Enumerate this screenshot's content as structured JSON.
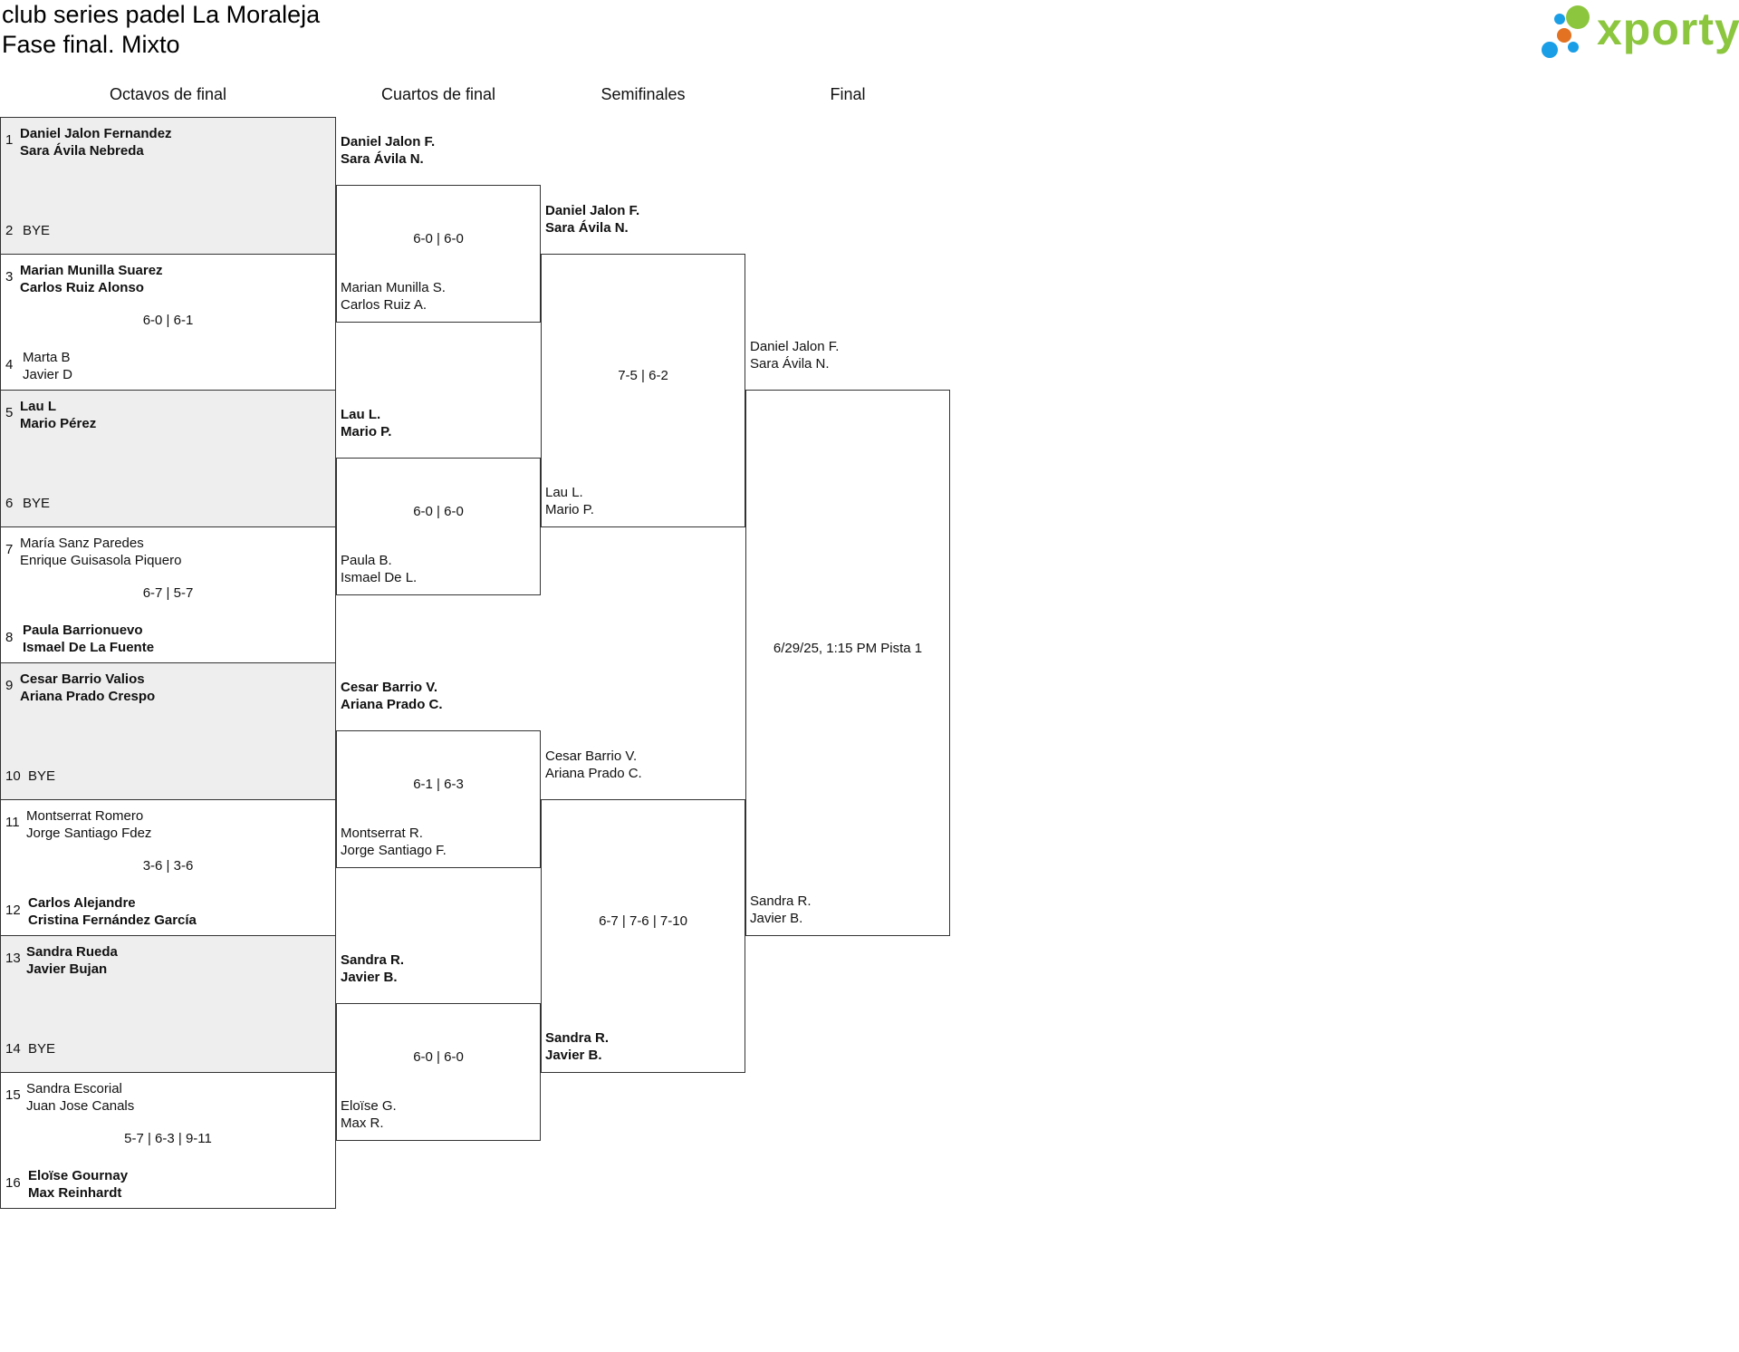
{
  "header": {
    "title_line1": "club series padel La Moraleja",
    "title_line2": "Fase final. Mixto"
  },
  "logo": {
    "text": "xporty",
    "icon": "xporty-logo",
    "text_color": "#8cc63f",
    "dot_colors": [
      "#1a9ee6",
      "#8cc63f",
      "#e37222"
    ]
  },
  "rounds": [
    "Octavos de final",
    "Cuartos de final",
    "Semifinales",
    "Final"
  ],
  "r16": [
    {
      "seed_top": "1",
      "top": [
        "Daniel Jalon Fernandez",
        "Sara Ávila Nebreda"
      ],
      "seed_bottom": "2",
      "bottom": [
        "BYE"
      ],
      "score": "",
      "winner": "top",
      "bye": true
    },
    {
      "seed_top": "3",
      "top": [
        "Marian Munilla Suarez",
        "Carlos Ruiz Alonso"
      ],
      "seed_bottom": "4",
      "bottom": [
        "Marta B",
        "Javier D"
      ],
      "score": "6-0 | 6-1",
      "winner": "top",
      "bye": false
    },
    {
      "seed_top": "5",
      "top": [
        "Lau L",
        "Mario Pérez"
      ],
      "seed_bottom": "6",
      "bottom": [
        "BYE"
      ],
      "score": "",
      "winner": "top",
      "bye": true
    },
    {
      "seed_top": "7",
      "top": [
        "María Sanz Paredes",
        "Enrique Guisasola Piquero"
      ],
      "seed_bottom": "8",
      "bottom": [
        "Paula Barrionuevo",
        "Ismael De La Fuente"
      ],
      "score": "6-7 | 5-7",
      "winner": "bottom",
      "bye": false
    },
    {
      "seed_top": "9",
      "top": [
        "Cesar Barrio Valios",
        "Ariana Prado Crespo"
      ],
      "seed_bottom": "10",
      "bottom": [
        "BYE"
      ],
      "score": "",
      "winner": "top",
      "bye": true
    },
    {
      "seed_top": "11",
      "top": [
        "Montserrat Romero",
        "Jorge Santiago Fdez"
      ],
      "seed_bottom": "12",
      "bottom": [
        "Carlos Alejandre",
        "Cristina Fernández García"
      ],
      "score": "3-6 | 3-6",
      "winner": "bottom",
      "bye": false
    },
    {
      "seed_top": "13",
      "top": [
        "Sandra Rueda",
        "Javier Bujan"
      ],
      "seed_bottom": "14",
      "bottom": [
        "BYE"
      ],
      "score": "",
      "winner": "top",
      "bye": true
    },
    {
      "seed_top": "15",
      "top": [
        "Sandra Escorial",
        "Juan Jose Canals"
      ],
      "seed_bottom": "16",
      "bottom": [
        "Eloïse Gournay",
        "Max Reinhardt"
      ],
      "score": "5-7 | 6-3 | 9-11",
      "winner": "bottom",
      "bye": false
    }
  ],
  "qf": [
    {
      "top": [
        "Daniel Jalon F.",
        "Sara Ávila N."
      ],
      "bottom": [
        "Marian Munilla S.",
        "Carlos Ruiz A."
      ],
      "score": "6-0 | 6-0",
      "winner": "top"
    },
    {
      "top": [
        "Lau L.",
        "Mario P."
      ],
      "bottom": [
        "Paula B.",
        "Ismael De L."
      ],
      "score": "6-0 | 6-0",
      "winner": "top"
    },
    {
      "top": [
        "Cesar Barrio V.",
        "Ariana Prado C."
      ],
      "bottom": [
        "Montserrat R.",
        "Jorge Santiago F."
      ],
      "score": "6-1 | 6-3",
      "winner": "top"
    },
    {
      "top": [
        "Sandra R.",
        "Javier B."
      ],
      "bottom": [
        "Eloïse G.",
        "Max R."
      ],
      "score": "6-0 | 6-0",
      "winner": "top"
    }
  ],
  "sf": [
    {
      "top": [
        "Daniel Jalon F.",
        "Sara Ávila N."
      ],
      "bottom": [
        "Lau L.",
        "Mario P."
      ],
      "score": "7-5 | 6-2",
      "winner": "top"
    },
    {
      "top": [
        "Cesar Barrio V.",
        "Ariana Prado C."
      ],
      "bottom": [
        "Sandra R.",
        "Javier B."
      ],
      "score": "6-7 | 7-6 | 7-10",
      "winner": "bottom"
    }
  ],
  "final": [
    {
      "top": [
        "Daniel Jalon F.",
        "Sara Ávila N."
      ],
      "bottom": [
        "Sandra R.",
        "Javier B."
      ],
      "score": "6/29/25, 1:15 PM Pista 1",
      "winner": "none"
    }
  ]
}
